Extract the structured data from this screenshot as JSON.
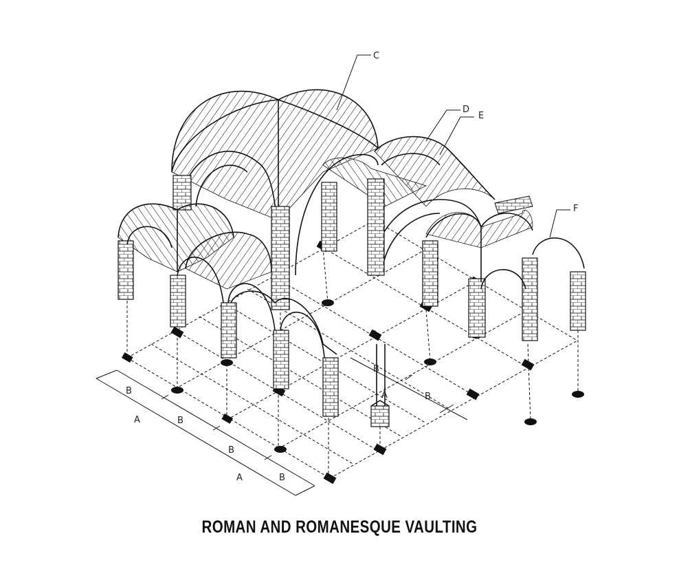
{
  "caption": "ROMAN AND ROMANESQUE VAULTING",
  "labels": {
    "c": "C",
    "d": "D",
    "e": "E",
    "f": "F",
    "a": "A",
    "b": "B"
  },
  "colors": {
    "ink": "#111111",
    "background": "#ffffff"
  }
}
